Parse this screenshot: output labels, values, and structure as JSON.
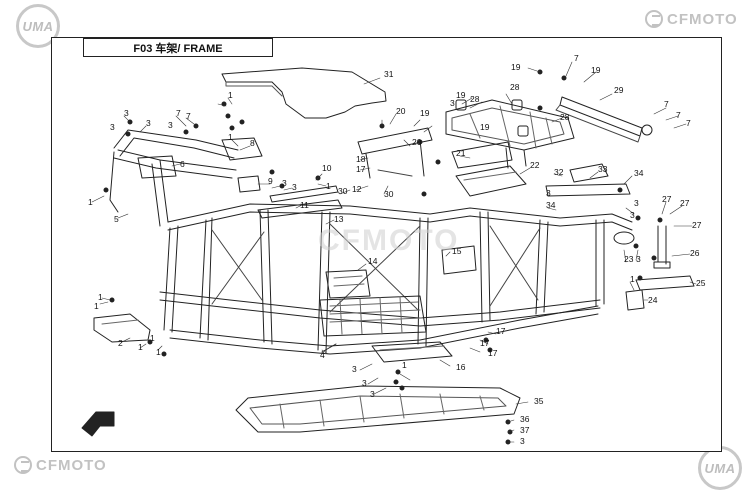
{
  "title": "F03 车架/ FRAME",
  "logos": {
    "uma_text": "UMA",
    "cfmoto_text": "CFMOTO"
  },
  "watermark": "CFMOTO",
  "callouts": [
    {
      "id": "c1",
      "label": "31"
    },
    {
      "id": "c2",
      "label": "7"
    },
    {
      "id": "c3",
      "label": "19"
    },
    {
      "id": "c4",
      "label": "19"
    },
    {
      "id": "c5",
      "label": "29"
    },
    {
      "id": "c6",
      "label": "19"
    },
    {
      "id": "c7",
      "label": "28"
    },
    {
      "id": "c8",
      "label": "28"
    },
    {
      "id": "c9",
      "label": "3"
    },
    {
      "id": "c10",
      "label": "1"
    },
    {
      "id": "c11",
      "label": "20"
    },
    {
      "id": "c12",
      "label": "19"
    },
    {
      "id": "c13",
      "label": "19"
    },
    {
      "id": "c14",
      "label": "28"
    },
    {
      "id": "c15",
      "label": "7"
    },
    {
      "id": "c16",
      "label": "7"
    },
    {
      "id": "c17",
      "label": "7"
    },
    {
      "id": "c18",
      "label": "3"
    },
    {
      "id": "c19",
      "label": "7"
    },
    {
      "id": "c20",
      "label": "7"
    },
    {
      "id": "c21",
      "label": "3"
    },
    {
      "id": "c22",
      "label": "3"
    },
    {
      "id": "c23",
      "label": "3"
    },
    {
      "id": "c24",
      "label": "8"
    },
    {
      "id": "c25",
      "label": "1"
    },
    {
      "id": "c26",
      "label": "6"
    },
    {
      "id": "c27",
      "label": "9"
    },
    {
      "id": "c28",
      "label": "3"
    },
    {
      "id": "c29",
      "label": "3"
    },
    {
      "id": "c30",
      "label": "10"
    },
    {
      "id": "c31",
      "label": "1"
    },
    {
      "id": "c32",
      "label": "18"
    },
    {
      "id": "c33",
      "label": "17"
    },
    {
      "id": "c34",
      "label": "12"
    },
    {
      "id": "c35",
      "label": "30"
    },
    {
      "id": "c36",
      "label": "30"
    },
    {
      "id": "c37",
      "label": "20"
    },
    {
      "id": "c38",
      "label": "21"
    },
    {
      "id": "c39",
      "label": "22"
    },
    {
      "id": "c40",
      "label": "32"
    },
    {
      "id": "c41",
      "label": "33"
    },
    {
      "id": "c42",
      "label": "34"
    },
    {
      "id": "c43",
      "label": "34"
    },
    {
      "id": "c44",
      "label": "3"
    },
    {
      "id": "c45",
      "label": "3"
    },
    {
      "id": "c46",
      "label": "27"
    },
    {
      "id": "c47",
      "label": "27"
    },
    {
      "id": "c48",
      "label": "27"
    },
    {
      "id": "c49",
      "label": "26"
    },
    {
      "id": "c50",
      "label": "23"
    },
    {
      "id": "c51",
      "label": "3"
    },
    {
      "id": "c52",
      "label": "25"
    },
    {
      "id": "c53",
      "label": "24"
    },
    {
      "id": "c54",
      "label": "1"
    },
    {
      "id": "c55",
      "label": "11"
    },
    {
      "id": "c56",
      "label": "13"
    },
    {
      "id": "c57",
      "label": "15"
    },
    {
      "id": "c58",
      "label": "14"
    },
    {
      "id": "c59",
      "label": "1"
    },
    {
      "id": "c60",
      "label": "5"
    },
    {
      "id": "c61",
      "label": "1"
    },
    {
      "id": "c62",
      "label": "1"
    },
    {
      "id": "c63",
      "label": "2"
    },
    {
      "id": "c64",
      "label": "1"
    },
    {
      "id": "c65",
      "label": "1"
    },
    {
      "id": "c66",
      "label": "1"
    },
    {
      "id": "c67",
      "label": "4"
    },
    {
      "id": "c68",
      "label": "3"
    },
    {
      "id": "c69",
      "label": "3"
    },
    {
      "id": "c70",
      "label": "3"
    },
    {
      "id": "c71",
      "label": "16"
    },
    {
      "id": "c72",
      "label": "17"
    },
    {
      "id": "c73",
      "label": "17"
    },
    {
      "id": "c74",
      "label": "35"
    },
    {
      "id": "c75",
      "label": "36"
    },
    {
      "id": "c76",
      "label": "37"
    },
    {
      "id": "c77",
      "label": "3"
    },
    {
      "id": "c78",
      "label": "1"
    },
    {
      "id": "c79",
      "label": "17"
    },
    {
      "id": "c80",
      "label": "3"
    }
  ]
}
